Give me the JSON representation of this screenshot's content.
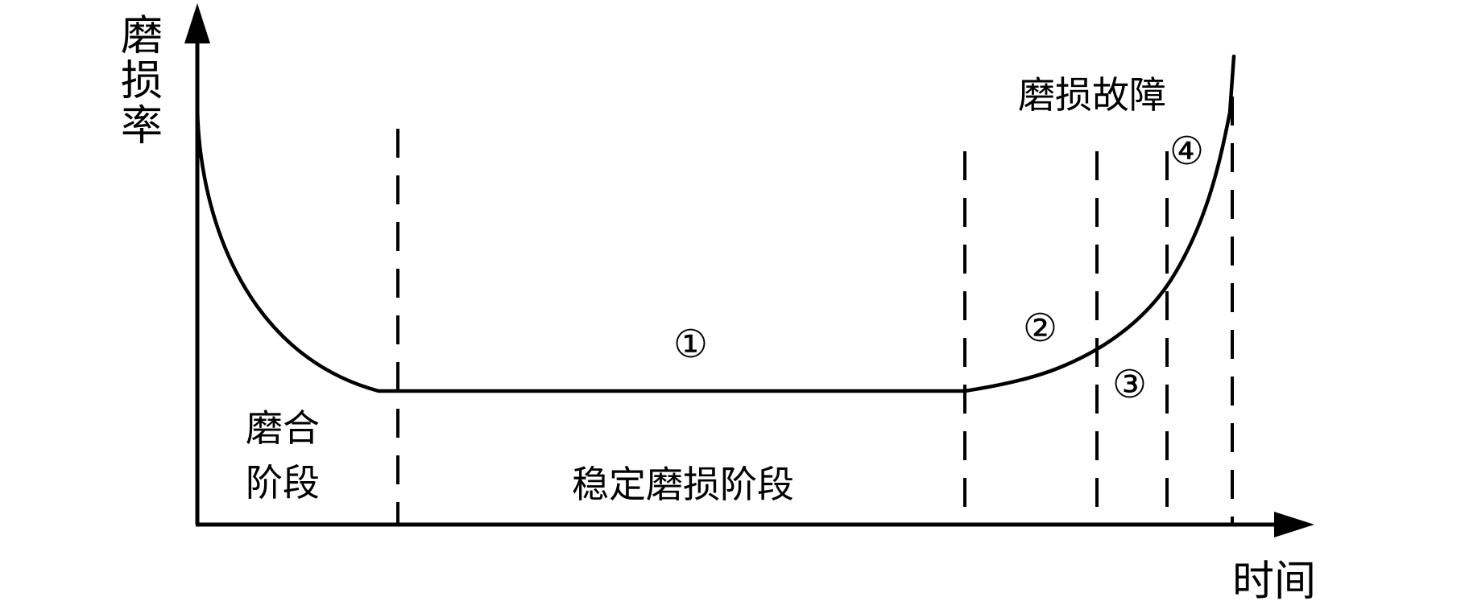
{
  "axes": {
    "y_label_chars": [
      "磨",
      "损",
      "率"
    ],
    "x_label": "时间"
  },
  "regions": {
    "break_in_line1": "磨合",
    "break_in_line2": "阶段",
    "stable": "稳定磨损阶段",
    "failure": "磨损故障"
  },
  "markers": {
    "m1": "①",
    "m2": "②",
    "m3": "③",
    "m4": "④"
  },
  "colors": {
    "ink": "#000000",
    "background": "#ffffff"
  }
}
